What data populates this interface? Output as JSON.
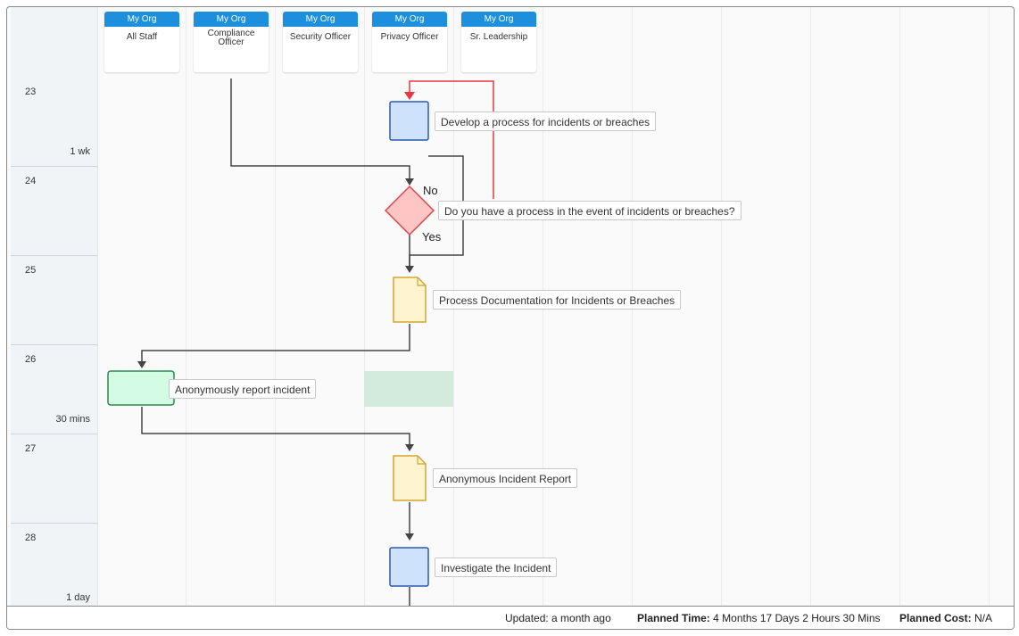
{
  "lanes": [
    {
      "org": "My Org",
      "name": "All Staff"
    },
    {
      "org": "My Org",
      "name": "Compliance Officer"
    },
    {
      "org": "My Org",
      "name": "Security Officer"
    },
    {
      "org": "My Org",
      "name": "Privacy Officer"
    },
    {
      "org": "My Org",
      "name": "Sr. Leadership"
    }
  ],
  "steps": [
    {
      "num": "23",
      "duration": "1 wk"
    },
    {
      "num": "24",
      "duration": ""
    },
    {
      "num": "25",
      "duration": ""
    },
    {
      "num": "26",
      "duration": "30 mins"
    },
    {
      "num": "27",
      "duration": ""
    },
    {
      "num": "28",
      "duration": "1 day"
    }
  ],
  "nodes": {
    "develop_process": "Develop a process for incidents or breaches",
    "decision": "Do you have a process in the event of incidents or breaches?",
    "process_doc": "Process Documentation for Incidents or Breaches",
    "report_incident": "Anonymously report incident",
    "incident_report": "Anonymous Incident Report",
    "investigate": "Investigate the Incident"
  },
  "branches": {
    "no": "No",
    "yes": "Yes"
  },
  "footer": {
    "updated": "Updated: a month ago",
    "planned_time_label": "Planned Time:",
    "planned_time_value": "4 Months 17 Days 2 Hours 30 Mins",
    "planned_cost_label": "Planned Cost:",
    "planned_cost_value": "N/A"
  },
  "colors": {
    "lane_tag": "#1e8fdc",
    "task_fill": "#cfe2fb",
    "task_stroke": "#2d5aa8",
    "decision_fill": "#ffc4c4",
    "decision_stroke": "#e0464c",
    "doc_fill": "#fff4d0",
    "doc_stroke": "#d4a534",
    "staff_task_fill": "#d4fbe4",
    "staff_task_stroke": "#2d8a4f",
    "loop_arrow": "#e8383f"
  }
}
